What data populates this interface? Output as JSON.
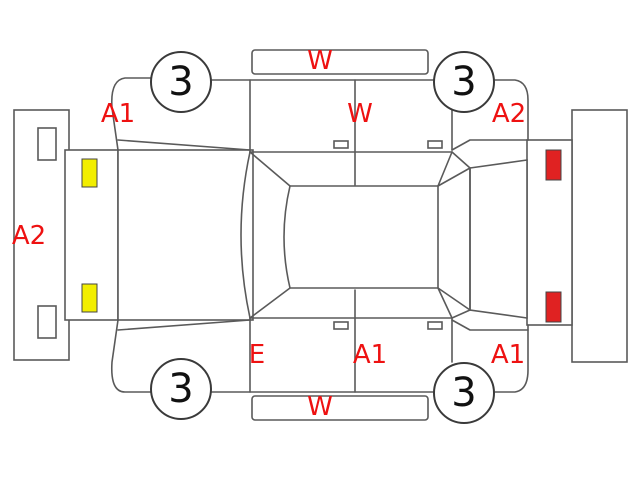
{
  "colors": {
    "line": "#5a5a5a",
    "code": "#ee1111",
    "front_lamp": "#f2ee00",
    "rear_lamp": "#e02222"
  },
  "wheels": {
    "front_left": "3",
    "rear_left": "3",
    "front_right": "3",
    "rear_right": "3"
  },
  "codes": {
    "roof_top": "W",
    "rear_quarter_left": "A1",
    "rear_door_left": "W",
    "front_fender_left": "A2",
    "rear_bumper": "A2",
    "front_door_right": "E",
    "rear_door_right": "A1",
    "front_fender_right": "A1",
    "sill_bottom": "W"
  }
}
